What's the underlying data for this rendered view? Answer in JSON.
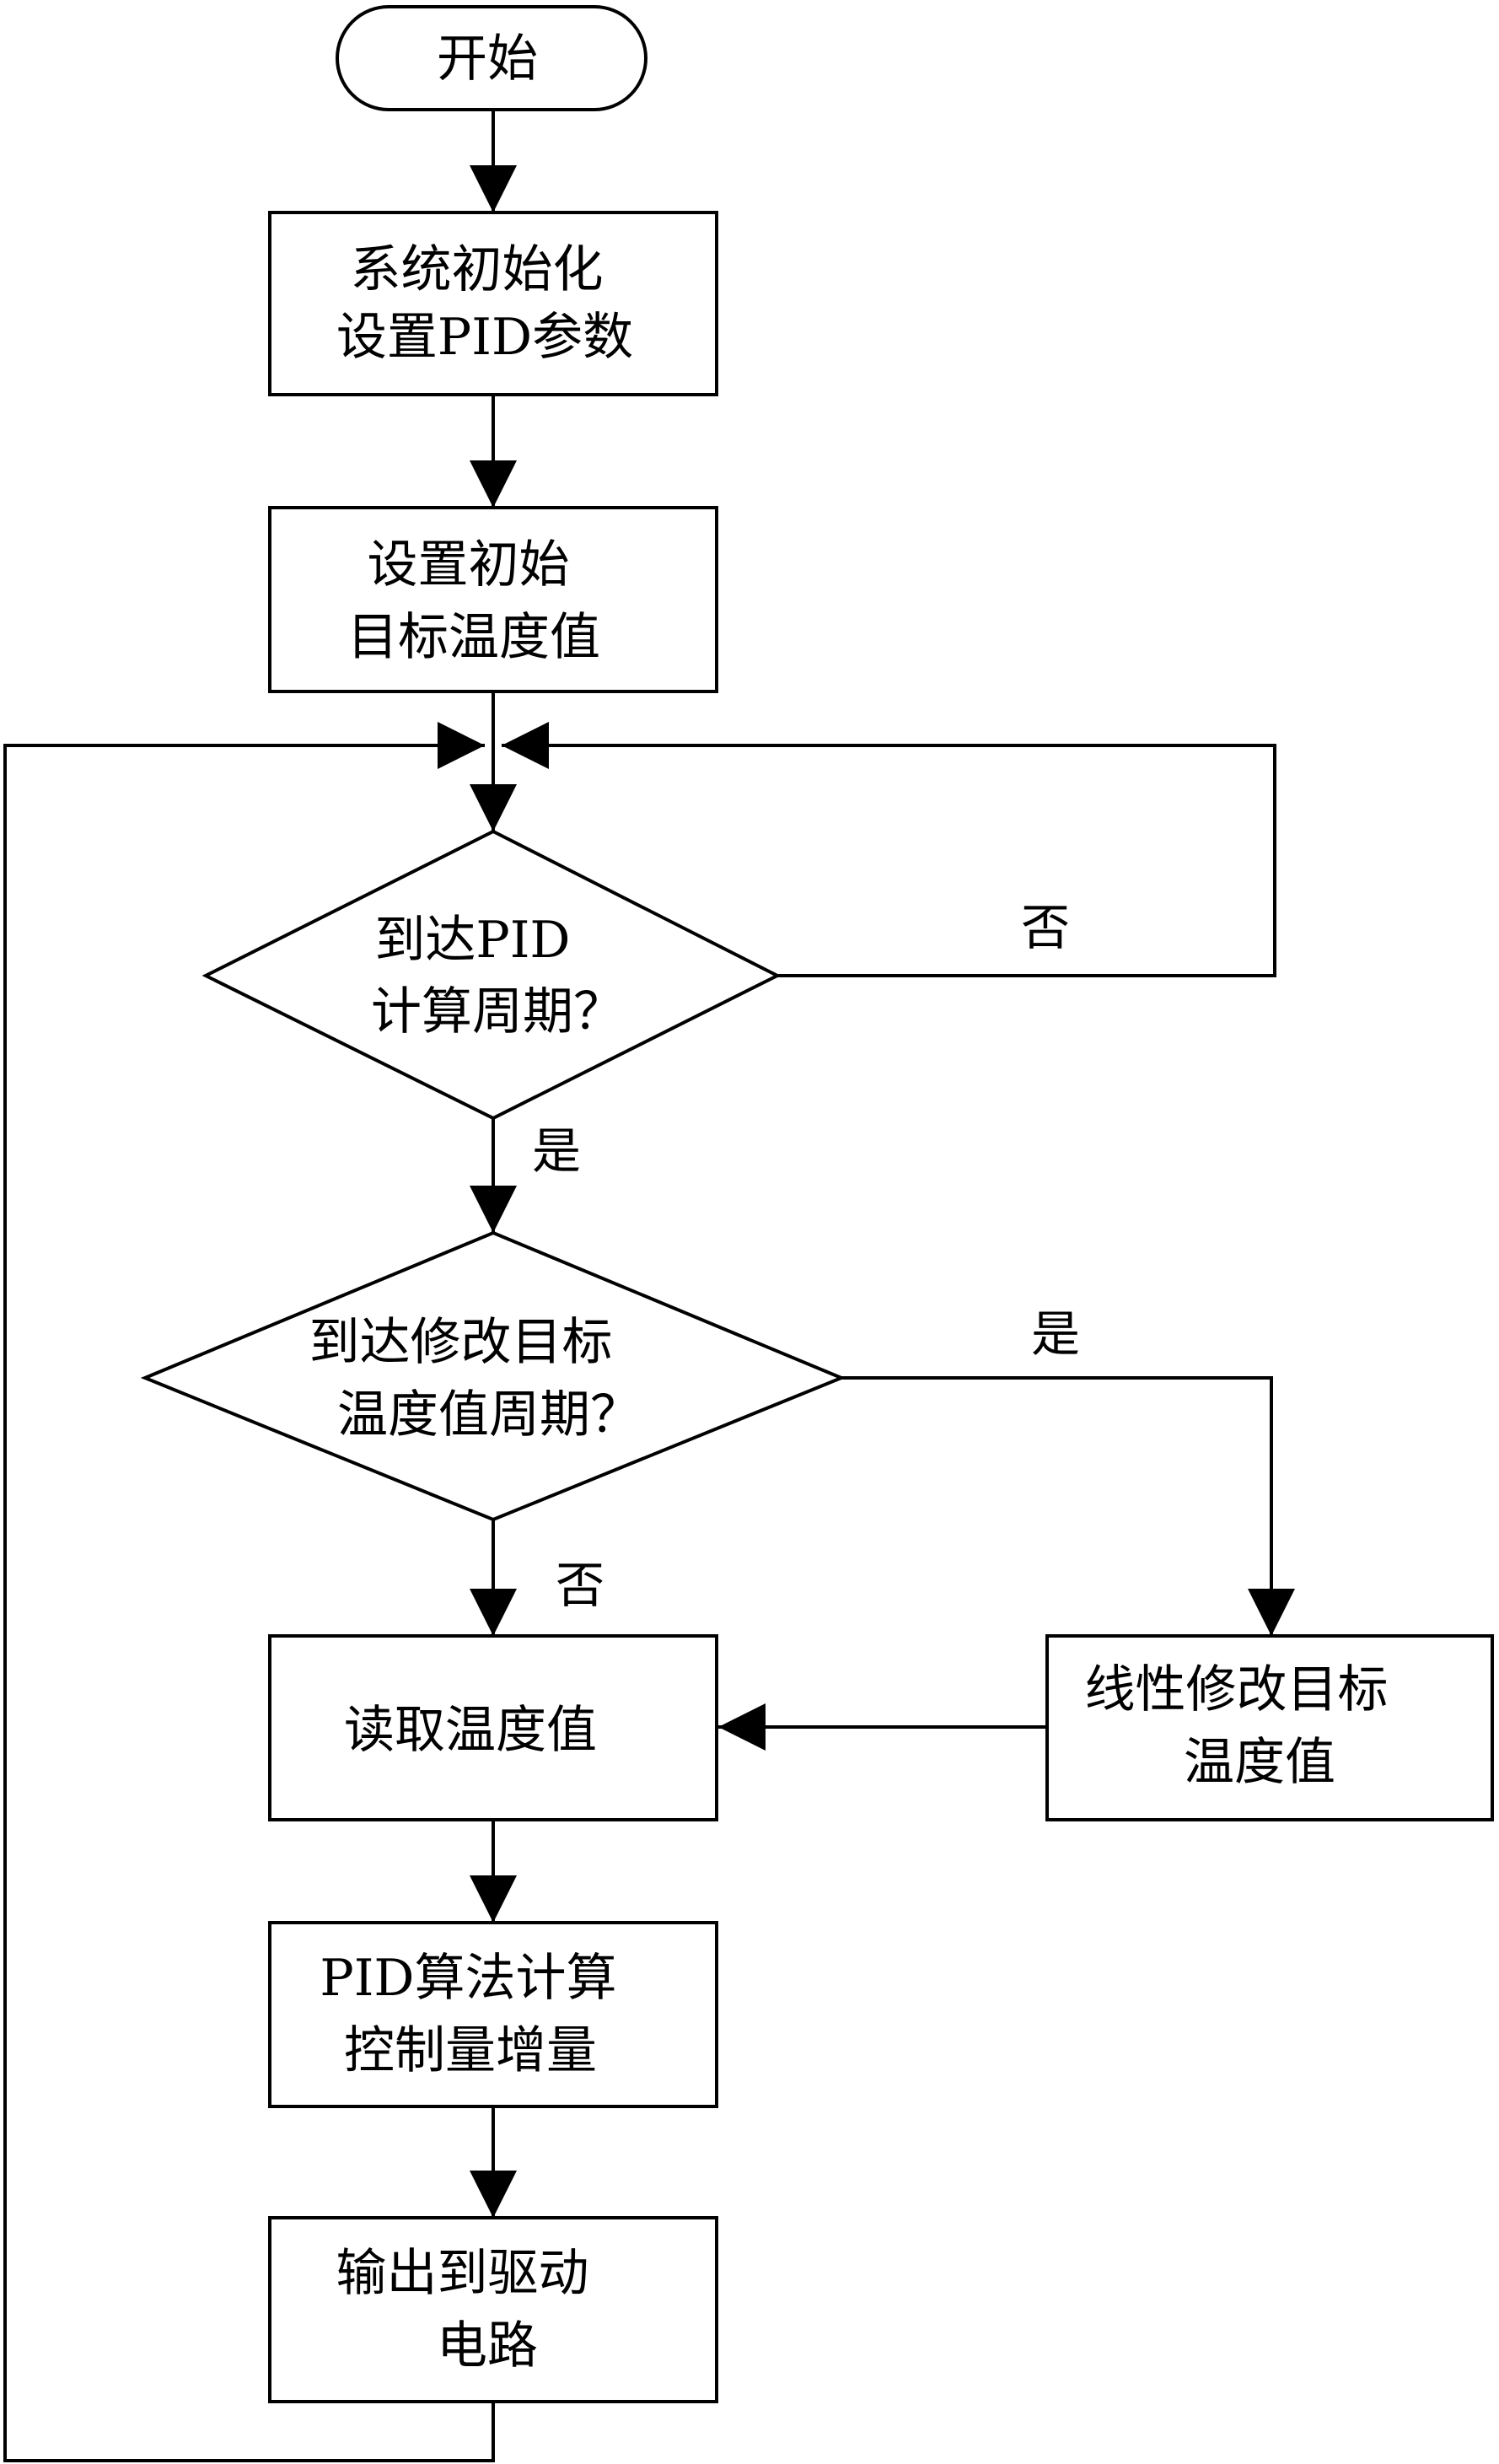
{
  "diagram": {
    "type": "flowchart",
    "nodes": {
      "start": {
        "shape": "terminal",
        "lines": [
          "开始"
        ]
      },
      "init": {
        "shape": "process",
        "lines": [
          "系统初始化",
          "设置PID参数"
        ]
      },
      "set_target": {
        "shape": "process",
        "lines": [
          "设置初始",
          "目标温度值"
        ]
      },
      "pid_period": {
        "shape": "decision",
        "lines": [
          "到达PID",
          "计算周期？"
        ]
      },
      "modify_period": {
        "shape": "decision",
        "lines": [
          "到达修改目标",
          "温度值周期？"
        ]
      },
      "read_temp": {
        "shape": "process",
        "lines": [
          "读取温度值"
        ]
      },
      "linear_modify": {
        "shape": "process",
        "lines": [
          "线性修改目标",
          "温度值"
        ]
      },
      "pid_calc": {
        "shape": "process",
        "lines": [
          "PID算法计算",
          "控制量增量"
        ]
      },
      "output": {
        "shape": "process",
        "lines": [
          "输出到驱动",
          "电路"
        ]
      }
    },
    "edge_labels": {
      "pid_no": "否",
      "pid_yes": "是",
      "modify_yes": "是",
      "modify_no": "否"
    },
    "colors": {
      "stroke": "#000000",
      "background": "#ffffff",
      "text": "#000000"
    }
  }
}
